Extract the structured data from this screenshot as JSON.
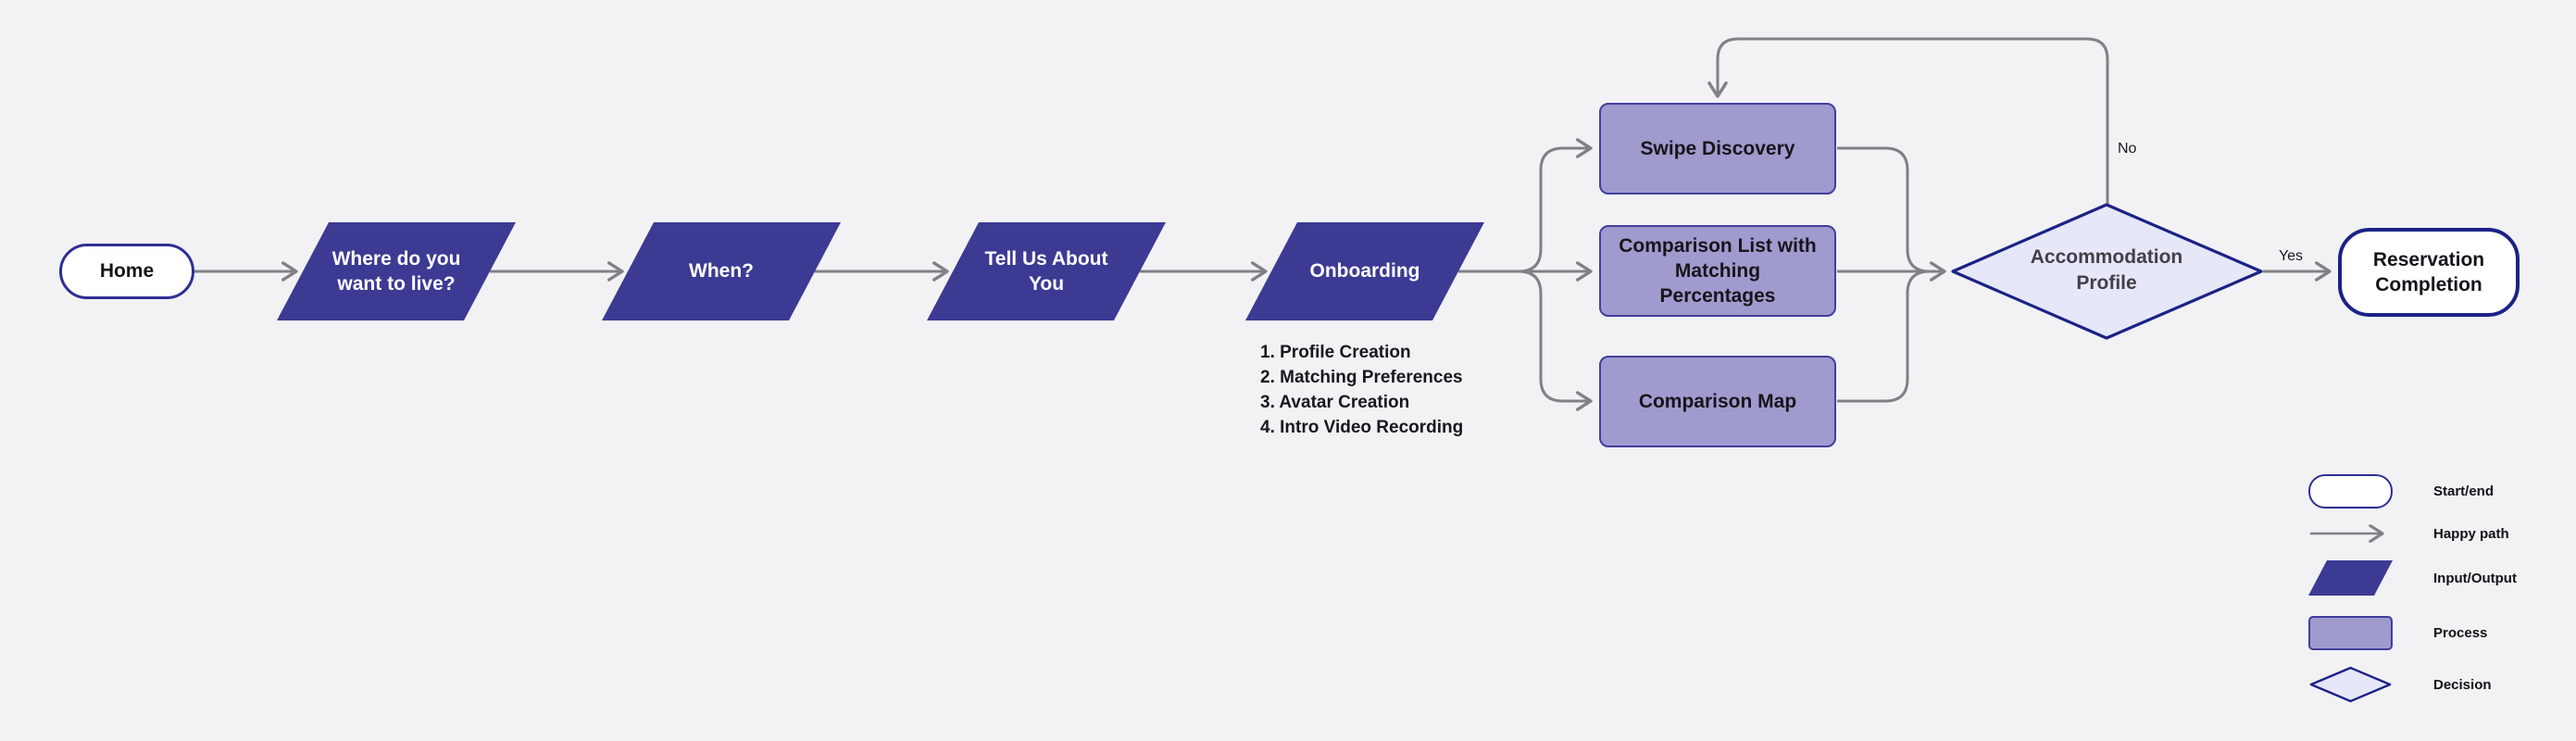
{
  "flow": {
    "start": {
      "label": "Home"
    },
    "io_steps": [
      {
        "label": "Where do you want to live?"
      },
      {
        "label": "When?"
      },
      {
        "label": "Tell Us About You"
      },
      {
        "label": "Onboarding"
      }
    ],
    "onboarding_substeps": [
      "1. Profile Creation",
      "2. Matching Preferences",
      "3. Avatar Creation",
      "4. Intro Video Recording"
    ],
    "processes": [
      {
        "label": "Swipe Discovery"
      },
      {
        "label": "Comparison List with Matching Percentages"
      },
      {
        "label": "Comparison Map"
      }
    ],
    "decision": {
      "label": "Accommodation Profile",
      "yes_label": "Yes",
      "no_label": "No"
    },
    "end": {
      "label": "Reservation Completion"
    }
  },
  "legend": {
    "items": [
      {
        "icon": "start-end-shape",
        "label": "Start/end"
      },
      {
        "icon": "happy-path-arrow",
        "label": "Happy path"
      },
      {
        "icon": "input-output-parallelogram",
        "label": "Input/Output"
      },
      {
        "icon": "process-rectangle",
        "label": "Process"
      },
      {
        "icon": "decision-diamond",
        "label": "Decision"
      }
    ]
  },
  "colors": {
    "background": "#f2f2f4",
    "io_fill": "#3d3a94",
    "process_fill": "#9f9bce",
    "process_border": "#413e9e",
    "decision_fill": "#e6e7f8",
    "navy_border": "#1b2286",
    "terminal_border": "#2e2f93",
    "connector_gray": "#808185"
  }
}
